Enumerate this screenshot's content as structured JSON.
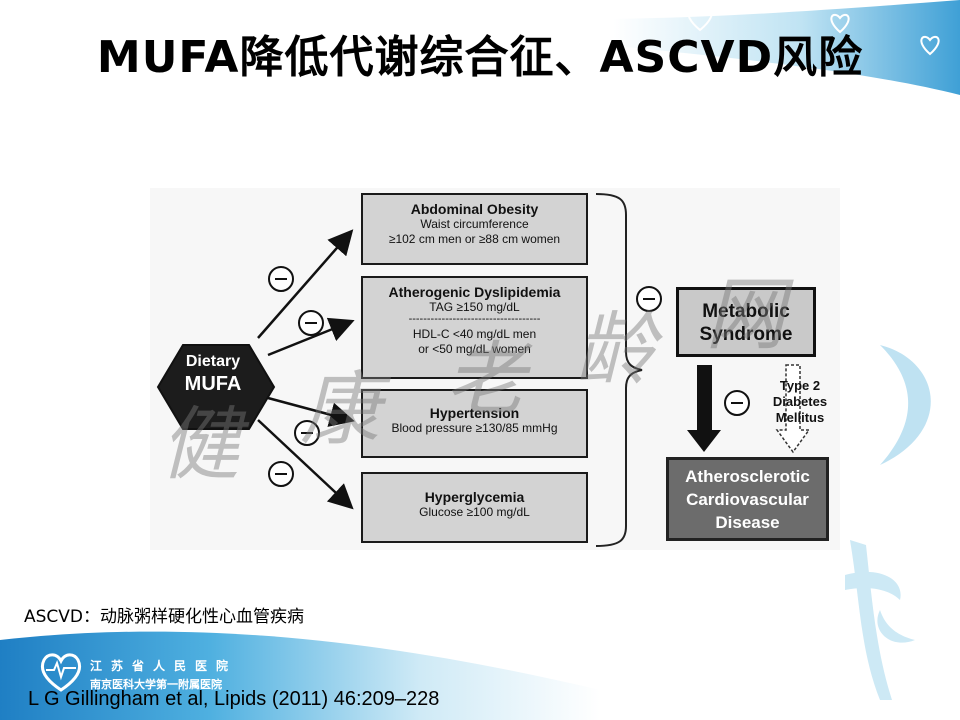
{
  "slide": {
    "title": "MUFA降低代谢综合征、ASCVD风险",
    "footnote": "ASCVD：动脉粥样硬化性心血管疾病",
    "citation": "L G Gillingham et al, Lipids (2011) 46:209–228",
    "hospital_line1": "江苏省人民医院",
    "hospital_line2": "南京医科大学第一附属医院",
    "watermark": [
      "健",
      "康",
      "老",
      "龄",
      "网"
    ]
  },
  "diagram": {
    "source": {
      "line1": "Dietary",
      "line2": "MUFA"
    },
    "inhibit_symbol": "⊖",
    "factors": [
      {
        "title": "Abdominal Obesity",
        "lines": [
          "Waist circumference",
          "≥102 cm men or ≥88 cm women"
        ]
      },
      {
        "title": "Atherogenic Dyslipidemia",
        "lines": [
          "TAG ≥150 mg/dL",
          "------------------------------------",
          "HDL-C <40 mg/dL men",
          "or <50 mg/dL women"
        ]
      },
      {
        "title": "Hypertension",
        "lines": [
          "Blood pressure ≥130/85 mmHg"
        ]
      },
      {
        "title": "Hyperglycemia",
        "lines": [
          "Glucose ≥100 mg/dL"
        ]
      }
    ],
    "metabolic": {
      "line1": "Metabolic",
      "line2": "Syndrome"
    },
    "diabetes": {
      "line1": "Type 2",
      "line2": "Diabetes",
      "line3": "Mellitus"
    },
    "ascvd": {
      "line1": "Atherosclerotic",
      "line2": "Cardiovascular",
      "line3": "Disease"
    },
    "colors": {
      "box_fill": "#d3d3d3",
      "ascvd_fill": "#6c6c6c",
      "source_fill": "#1c1c1c",
      "accent_blue": "#4aa8d8"
    }
  }
}
